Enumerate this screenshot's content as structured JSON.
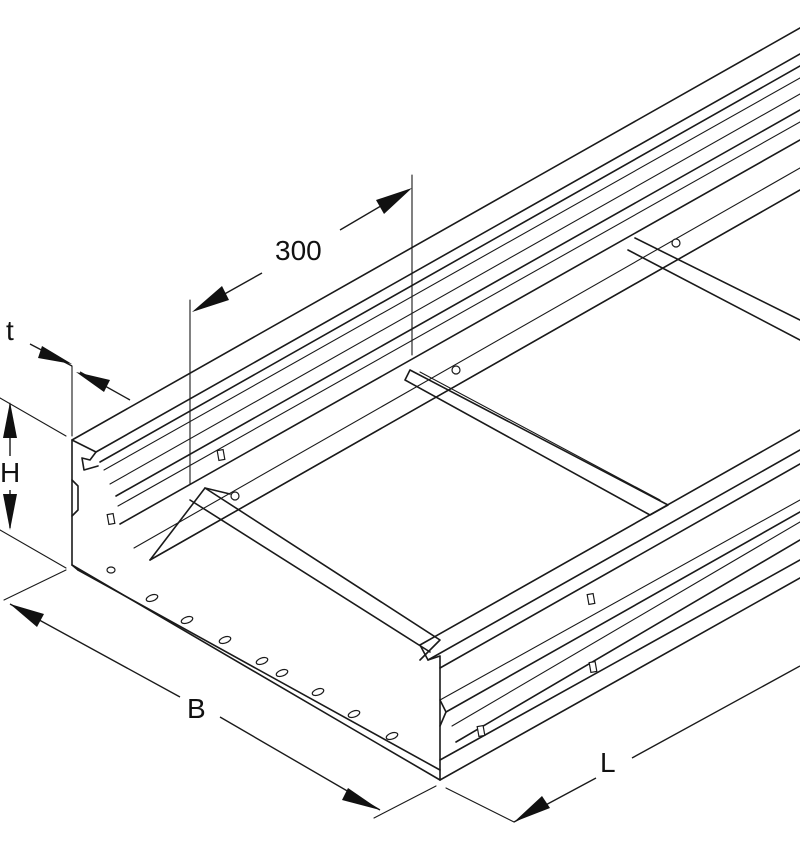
{
  "labels": {
    "spacing": "300",
    "thickness": "t",
    "height": "H",
    "width": "B",
    "length": "L"
  }
}
